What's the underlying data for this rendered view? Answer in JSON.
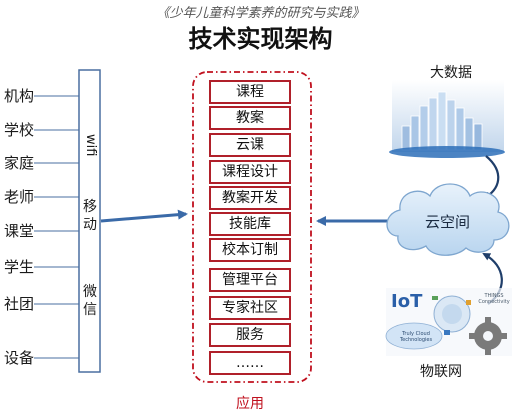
{
  "header": {
    "subtitle": "《少年儿童科学素养的研究与实践》",
    "title": "技术实现架构"
  },
  "left_entities": [
    "机构",
    "学校",
    "家庭",
    "老师",
    "课堂",
    "学生",
    "社团",
    "设备"
  ],
  "channels": {
    "wifi": "wifi",
    "mobile": "移动",
    "wechat": "微信"
  },
  "applications": {
    "caption": "应用",
    "items": [
      "课程",
      "教案",
      "云课",
      "课程设计",
      "教案开发",
      "技能库",
      "校本订制",
      "管理平台",
      "专家社区",
      "服务",
      "……"
    ]
  },
  "right": {
    "big_data": "大数据",
    "cloud_space": "云空间",
    "iot": "物联网",
    "iot_logo": "IoT",
    "iot_things": "THINGS Connectivity",
    "iot_cloud": "Truly Cloud Technologies"
  },
  "colors": {
    "connector": "#4a6fa0",
    "arrow": "#3a6aa8",
    "app_border": "#b0202a",
    "cloud_fill": "#cfe3f7",
    "cloud_stroke": "#7ea6cf"
  }
}
